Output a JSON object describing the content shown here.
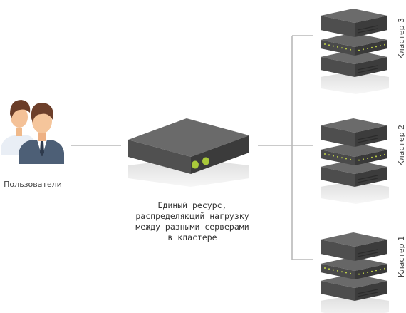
{
  "users": {
    "label": "Пользователи"
  },
  "load_balancer": {
    "caption_lines": [
      "Единый ресурс,",
      "распределяющий нагрузку",
      "между разными серверами",
      "в кластере"
    ]
  },
  "clusters": [
    {
      "label": "Кластер 3"
    },
    {
      "label": "Кластер 2"
    },
    {
      "label": "Кластер 1"
    }
  ],
  "colors": {
    "server_top": "#6a6a6a",
    "server_front": "#4b4b4b",
    "server_side": "#3a3a3a",
    "indicator": "#a9c93a",
    "connector": "#b9b9b9",
    "shadow": "#e6e6e6"
  },
  "icons": [
    "users-icon",
    "load-balancer-icon",
    "server-stack-icon"
  ]
}
